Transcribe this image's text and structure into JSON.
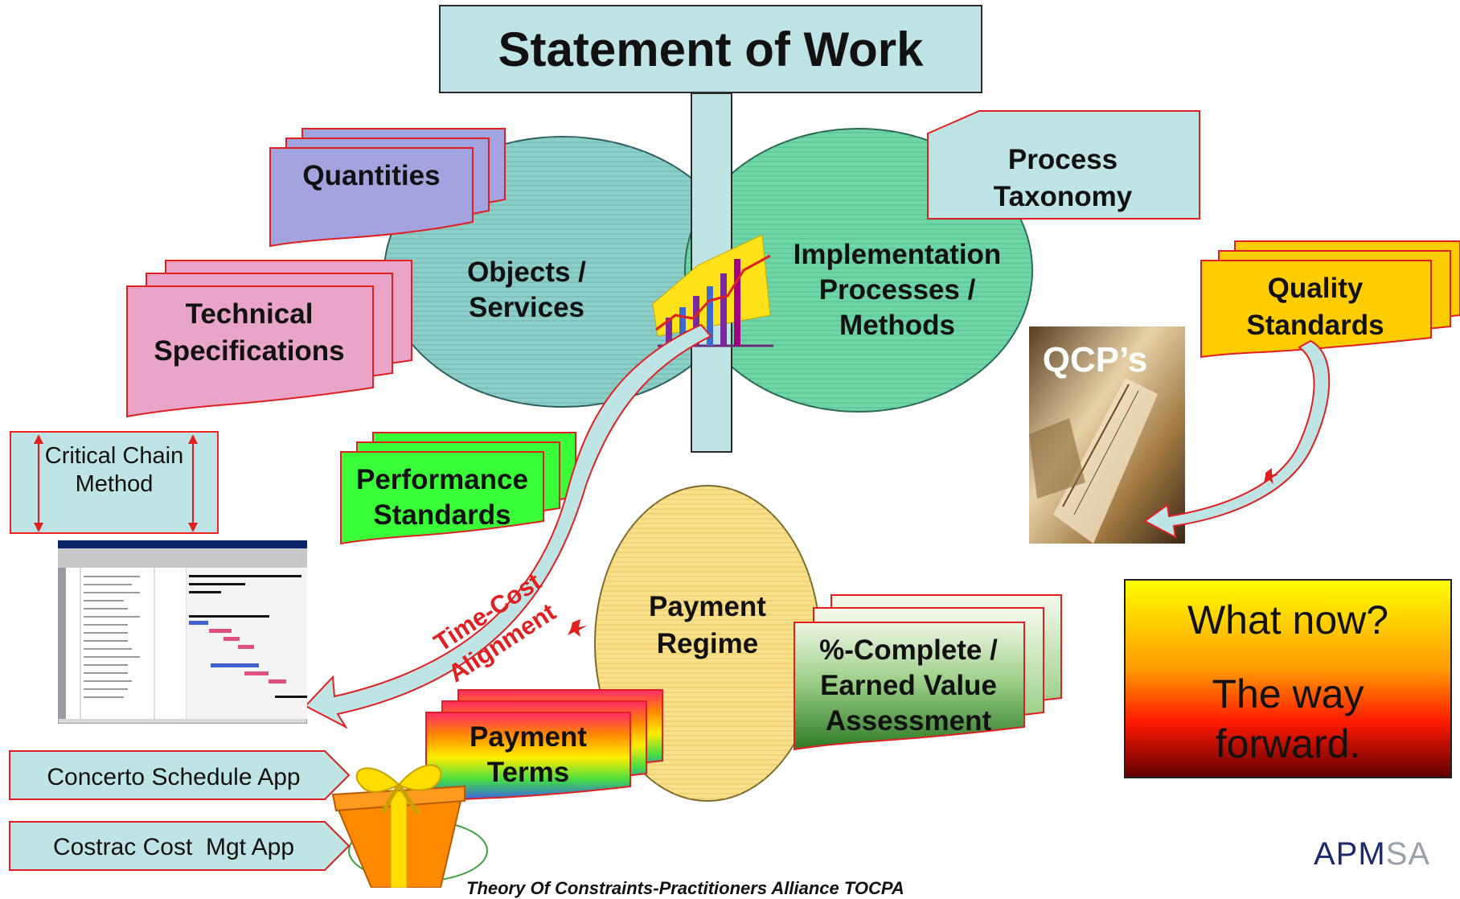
{
  "title": "Statement of Work",
  "nodes": {
    "objects": "Objects / Services",
    "implementation": "Implementation Processes / Methods",
    "payment_regime": "Payment Regime"
  },
  "docs": {
    "quantities": "Quantities",
    "technical": "Technical Specifications",
    "performance": "Performance Standards",
    "process_taxonomy": "Process Taxonomy",
    "quality": "Quality Standards",
    "earned_value": "%-Complete / Earned Value Assessment",
    "payment_terms": "Payment Terms"
  },
  "qcp_label": "QCP’s",
  "ccm": "Critical Chain Method",
  "apps": {
    "concerto": "Concerto Schedule App",
    "costrac": "Costrac Cost  Mgt App"
  },
  "arrow_label": "Time-Cost Alignment",
  "what_now": {
    "line1": "What now?",
    "line2": "The way forward."
  },
  "logo": {
    "main": "APM",
    "accent": "SA"
  },
  "caption": "Theory Of Constraints-Practitioners Alliance  TOCPA",
  "colors": {
    "title_fill": "#bfe4e6",
    "objects_ellipse": "#8ccfc9",
    "implementation_ellipse": "#6fd6a8",
    "payment_ellipse": "#fbe08a",
    "quantities": "#a3a3e0",
    "technical": "#e9a5c8",
    "performance": "#39ff39",
    "quality": "#ffcc00",
    "earned_value": "#3f8a3a",
    "outline": "#e02020"
  }
}
